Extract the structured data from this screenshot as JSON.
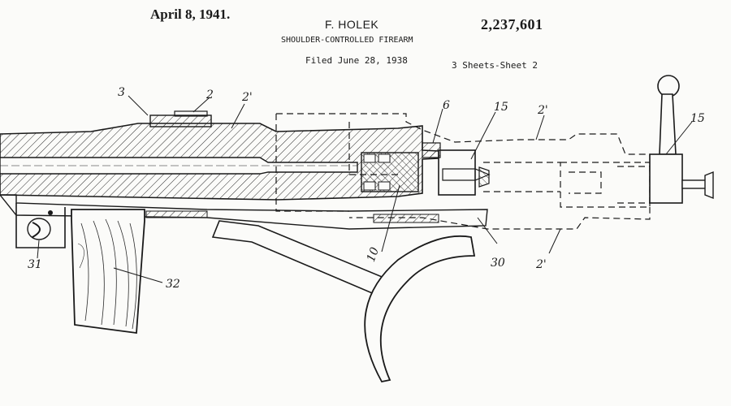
{
  "header": {
    "date": "April 8, 1941.",
    "inventor": "F. HOLEK",
    "patent_number": "2,237,601",
    "title": "SHOULDER-CONTROLLED FIREARM",
    "filed": "Filed June 28, 1938",
    "sheets": "3 Sheets-Sheet 2"
  },
  "reference_numerals": {
    "n3": "3",
    "n2": "2",
    "n2p_top": "2'",
    "n6": "6",
    "n15_mid": "15",
    "n2p_right": "2'",
    "n15_right": "15",
    "n10": "10",
    "n30": "30",
    "n2p_bottom": "2'",
    "n31": "31",
    "n32": "32"
  }
}
